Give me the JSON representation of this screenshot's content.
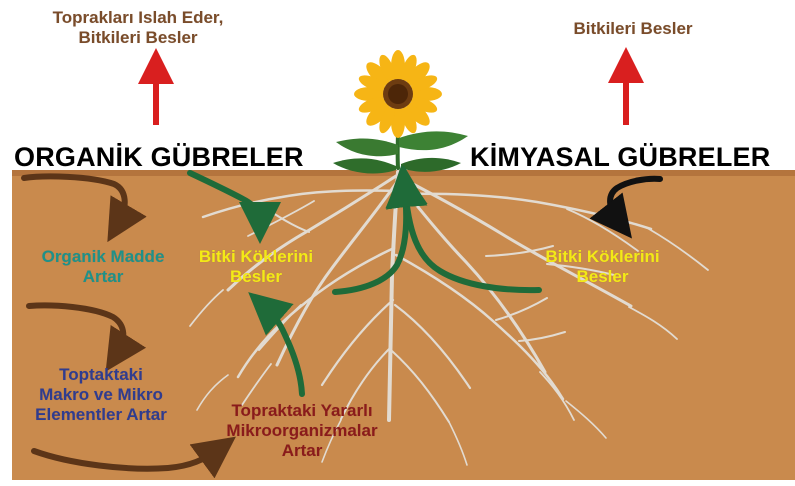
{
  "diagram": {
    "top_left_text": {
      "line1": "Toprakları Islah Eder,",
      "line2": "Bitkileri Besler"
    },
    "top_right_text": "Bitkileri Besler",
    "organic_heading": "ORGANİK GÜBRELER",
    "chemical_heading": "KİMYASAL GÜBRELER",
    "organic_matter": {
      "line1": "Organik Madde",
      "line2": "Artar"
    },
    "feeds_roots_left": {
      "line1": "Bitki Köklerini",
      "line2": "Besler"
    },
    "feeds_roots_right": {
      "line1": "Bitki Köklerini",
      "line2": "Besler"
    },
    "soil_elements": {
      "line1": "Toptaktaki",
      "line2": "Makro ve Mikro",
      "line3": "Elementler Artar"
    },
    "microorganisms": {
      "line1": "Topraktaki Yararlı",
      "line2": "Mikroorganizmalar",
      "line3": "Artar"
    }
  },
  "colors": {
    "soil": "#c98a4d",
    "red_arrow": "#d91f1f",
    "brown_arrow": "#5c3518",
    "green_arrow": "#1f6b39",
    "black_arrow": "#111111",
    "roots": "#e4e0d9"
  },
  "icons": {
    "flower": "sunflower-icon",
    "up_arrows": "up-arrow-icon",
    "curved_arrows": "curved-arrow-icon"
  }
}
